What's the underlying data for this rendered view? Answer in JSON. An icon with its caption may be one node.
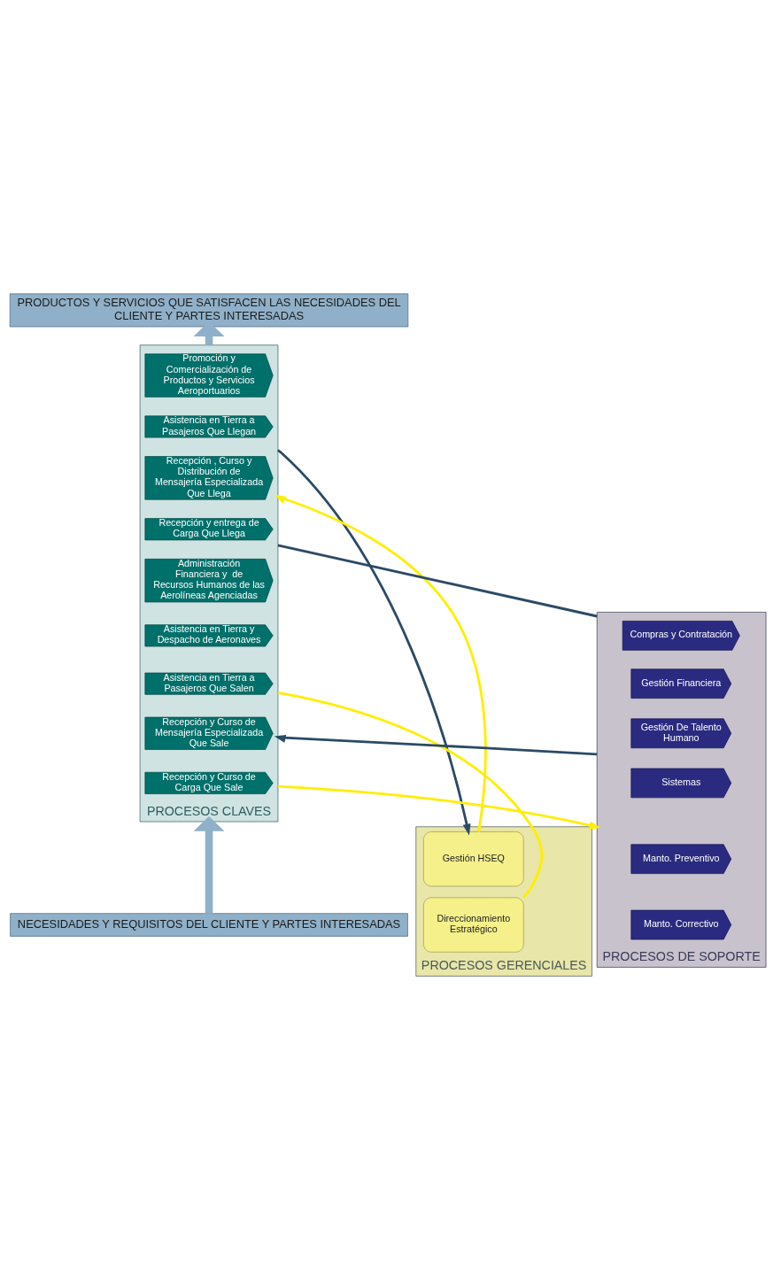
{
  "diagram": {
    "nodes": [
      {
        "text": [
          "PRODUCTOS Y SERVICIOS QUE SATISFACEN LAS NECESIDADES DEL CLIENTE Y PARTES INTERESADAS"
        ]
      },
      {
        "text": [
          "PROCESOS GERENCIALES"
        ]
      },
      {
        "text": [
          "Gestión HSEQ"
        ],
        "in": 1
      },
      {
        "text": [
          "Direccionamiento Estratégico"
        ],
        "in": 1
      },
      {
        "text": [
          "PROCESOS CLAVES"
        ]
      },
      {
        "text": [
          "Promoción y Comercialización de Productos y Servicios Aeroportuarios"
        ],
        "in": 4
      },
      {
        "text": [
          "Asistencia en Tierra a Pasajeros Que Llegan"
        ],
        "in": 4
      },
      {
        "text": [
          "Recepción , Curso y Distribución de Mensajería Especializada Que Llega"
        ],
        "in": 4
      },
      {
        "text": [
          "Recepción y entrega de Carga Que Llega"
        ],
        "in": 4
      },
      {
        "text": [
          "Administración Financiera y  de Recursos Humanos de las Aerolíneas Agenciadas"
        ],
        "in": 4
      },
      {
        "text": [
          "Asistencia en Tierra y Despacho de Aeronaves"
        ],
        "in": 4
      },
      {
        "text": [
          "Asistencia en Tierra a Pasajeros Que Salen"
        ],
        "in": 4
      },
      {
        "text": [
          "Recepción y Curso de Mensajería Especializada Que Sale"
        ],
        "in": 4
      },
      {
        "text": [
          "Recepción y Curso de Carga Que Sale"
        ],
        "in": 4
      },
      {
        "text": [
          "PROCESOS DE SOPORTE"
        ]
      },
      {
        "text": [
          "Compras y Contratación"
        ],
        "in": 14
      },
      {
        "text": [
          "Gestión Financiera"
        ],
        "in": 14
      },
      {
        "text": [
          "Gestión De Talento Humano"
        ],
        "in": 14
      },
      {
        "text": [
          "Sistemas"
        ],
        "in": 14
      },
      {
        "text": [
          "Manto. Preventivo"
        ],
        "in": 14
      },
      {
        "text": [
          "Manto. Correctivo"
        ],
        "in": 14
      },
      {
        "text": [
          "NECESIDADES Y REQUISITOS DEL CLIENTE Y PARTES INTERESADAS"
        ]
      }
    ],
    "edges": [
      {
        "from": 21,
        "to": 4,
        "arrow": "to",
        "style": "thick",
        "color": "#8fb0c8"
      },
      {
        "from": 4,
        "to": 0,
        "arrow": "to",
        "style": "thick",
        "color": "#8fb0c8"
      },
      {
        "from": 4,
        "to": 2,
        "arrow": "to",
        "color": "#2b4a66"
      },
      {
        "from": 2,
        "to": 4,
        "arrow": "to",
        "color": "#ffee00"
      },
      {
        "from": 3,
        "to": 4,
        "arrow": "none",
        "color": "#ffee00"
      },
      {
        "from": 4,
        "to": 14,
        "arrow": "none",
        "color": "#2b4a66"
      },
      {
        "from": 14,
        "to": 4,
        "arrow": "to",
        "color": "#2b4a66"
      },
      {
        "from": 4,
        "to": 14,
        "arrow": "to",
        "color": "#ffee00"
      }
    ]
  }
}
